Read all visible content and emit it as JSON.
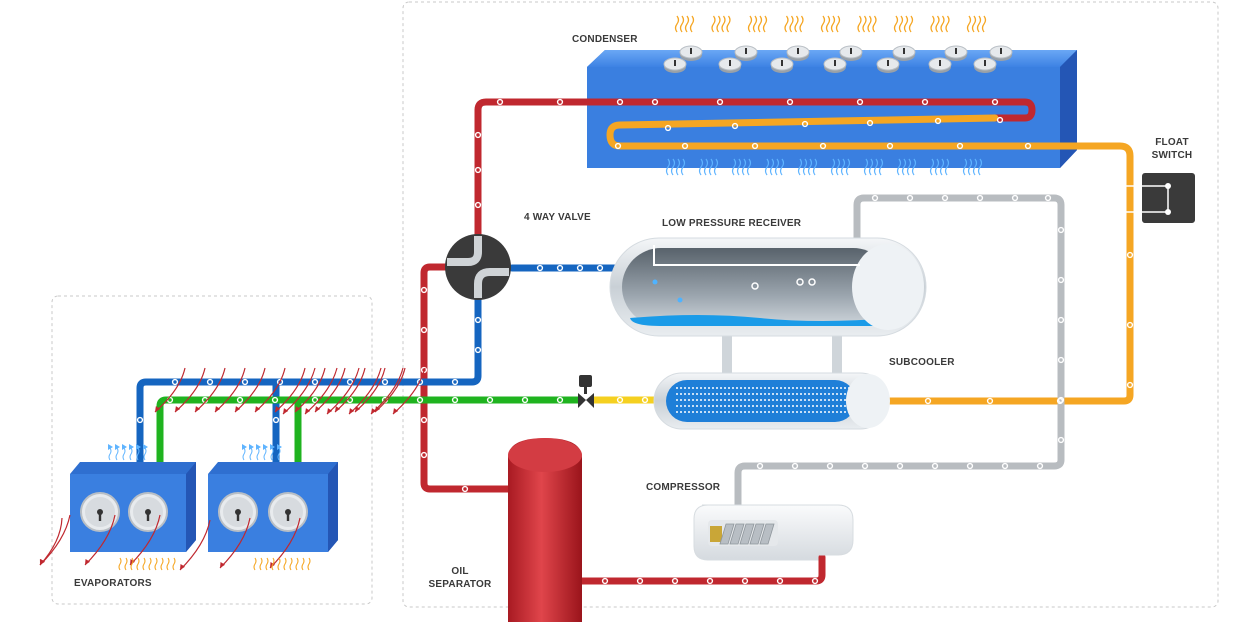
{
  "labels": {
    "condenser": "CONDENSER",
    "float_switch_line1": "FLOAT",
    "float_switch_line2": "SWITCH",
    "four_way_valve": "4 WAY VALVE",
    "low_pressure_receiver": "LOW PRESSURE RECEIVER",
    "subcooler": "SUBCOOLER",
    "compressor": "COMPRESSOR",
    "oil_separator_line1": "OIL",
    "oil_separator_line2": "SEPARATOR",
    "evaporators": "EVAPORATORS"
  },
  "colors": {
    "hot_gas_line": "#c0282f",
    "condensate_line": "#f5a623",
    "suction_line": "#1565c0",
    "liquid_line": "#1fb31f",
    "expansion_line": "#f5d020",
    "return_line": "#b8bcc0",
    "unit_blue": "#3a7fe0",
    "separator_red": "#c8242c"
  }
}
